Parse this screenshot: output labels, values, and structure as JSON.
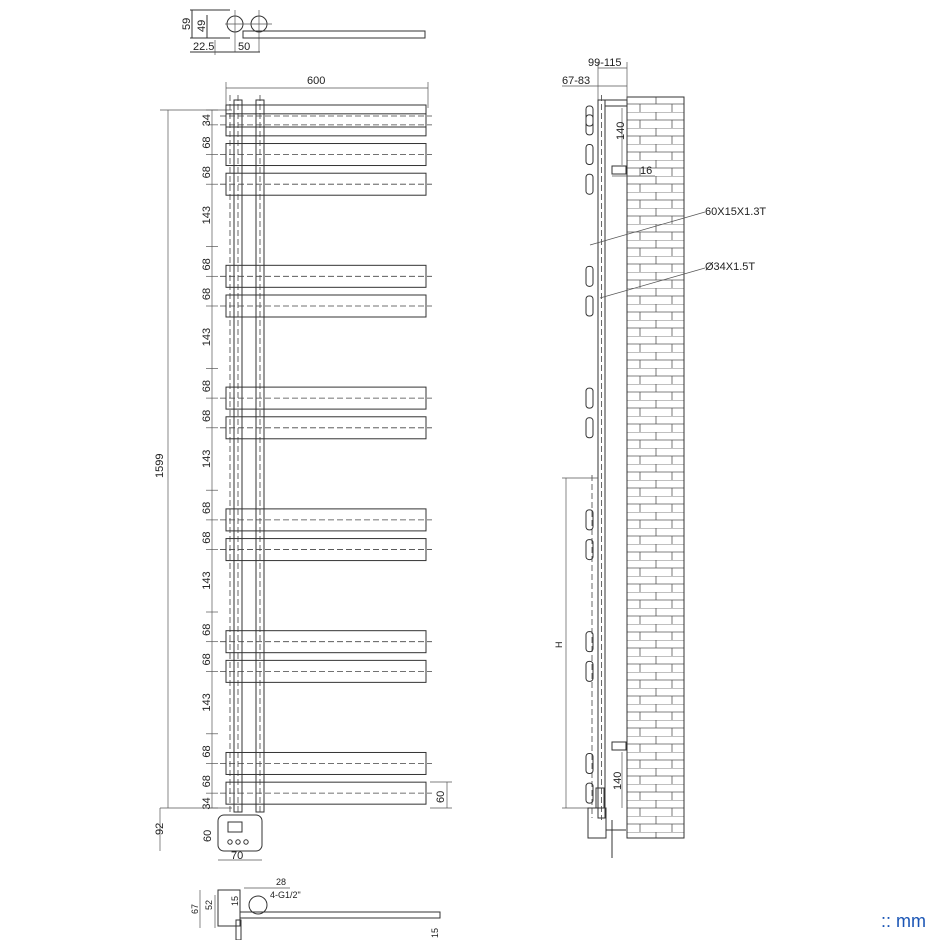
{
  "top_view": {
    "dims": [
      "59",
      "49",
      "22.5",
      "50"
    ]
  },
  "front_view": {
    "width": "600",
    "height": "1599",
    "spacings": [
      "34",
      "68",
      "68",
      "143",
      "68",
      "68",
      "143",
      "68",
      "68",
      "143",
      "68",
      "68",
      "143",
      "68",
      "68",
      "143",
      "68",
      "68",
      "34"
    ],
    "right_dim": "60",
    "valve_dims": [
      "92",
      "60",
      "70"
    ]
  },
  "bottom_view": {
    "dims": [
      "28",
      "4-G1/2\"",
      "67",
      "52",
      "15",
      "15"
    ]
  },
  "side_view": {
    "wall_range": "99-115",
    "depth_range": "67-83",
    "bracket_top": "140",
    "bracket_bottom": "140",
    "bracket_offset": "16",
    "bar_section": "60X15X1.3T",
    "pipe_section": "Ø34X1.5T",
    "height_label": "H"
  },
  "units": ":: mm",
  "colors": {
    "line": "#333333",
    "accent": "#1a55b5"
  }
}
